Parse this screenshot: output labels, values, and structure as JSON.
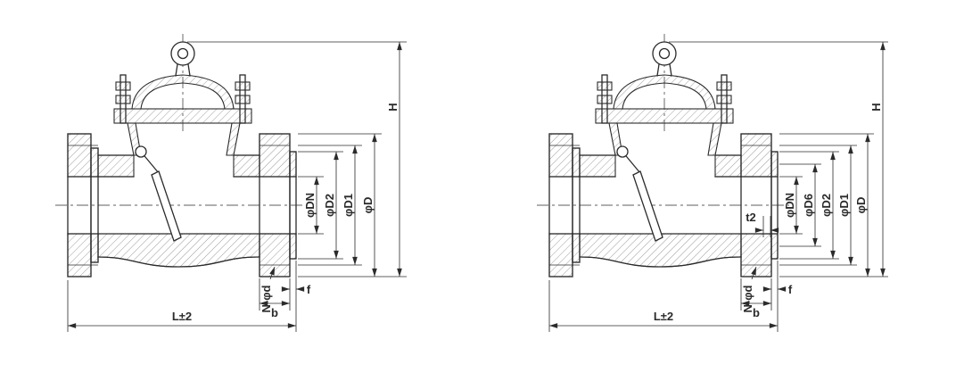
{
  "colors": {
    "ink": "#2b2b2b",
    "background": "#ffffff"
  },
  "left_valve": {
    "dim_labels": {
      "h": "H",
      "dn": "φDN",
      "d2": "φD2",
      "d1": "φD1",
      "d": "φD",
      "n_holes": "N-φd",
      "f": "f",
      "b": "b",
      "length": "L±2"
    }
  },
  "right_valve": {
    "dim_labels": {
      "h": "H",
      "dn": "φDN",
      "d6": "φD6",
      "d2": "φD2",
      "d1": "φD1",
      "d": "φD",
      "t2": "t2",
      "n_holes": "N-φd",
      "f": "f",
      "b": "b",
      "length": "L±2"
    }
  }
}
